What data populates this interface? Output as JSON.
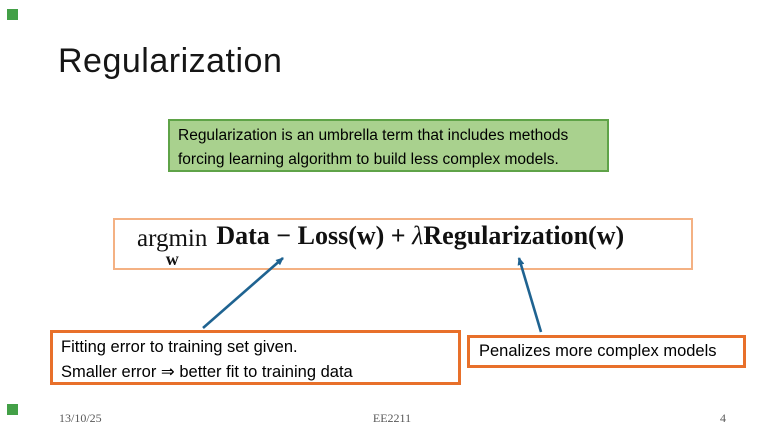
{
  "slide": {
    "title": "Regularization",
    "footer": {
      "date": "13/10/25",
      "course": "EE2211",
      "page": "4"
    }
  },
  "definition_box": {
    "line1": "Regularization is an umbrella term that includes methods",
    "line2": "forcing learning algorithm to build less complex models."
  },
  "formula": {
    "operator": "argmin",
    "operator_subscript": "w",
    "parts": [
      {
        "text": "Data − Loss(w) + ",
        "style": "bold"
      },
      {
        "text": "λ",
        "style": "italic"
      },
      {
        "text": "Regularization(w)",
        "style": "bold"
      }
    ]
  },
  "callout_fitting": {
    "line1": "Fitting error to training set given.",
    "line2": "Smaller error ⇒ better fit to training data"
  },
  "callout_penalty": {
    "text": "Penalizes more complex models"
  },
  "colors": {
    "definition_fill": "#A9D18E",
    "definition_border": "#5FA348",
    "formula_border": "#F4B183",
    "callout_border": "#E8702A",
    "arrow": "#1F6391",
    "corner_marker": "#43A047",
    "footer_text": "#595959"
  }
}
